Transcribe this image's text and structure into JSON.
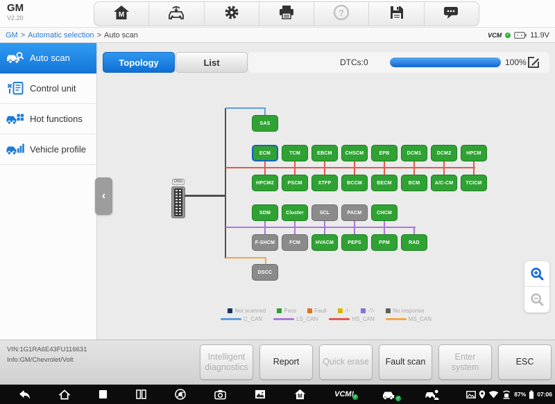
{
  "header": {
    "app_title": "GM",
    "version": "V2.20",
    "toolbar": [
      {
        "name": "home-icon",
        "disabled": false
      },
      {
        "name": "vehicle-icon",
        "disabled": false
      },
      {
        "name": "settings-icon",
        "disabled": false
      },
      {
        "name": "print-icon",
        "disabled": false
      },
      {
        "name": "help-icon",
        "disabled": true
      },
      {
        "name": "save-icon",
        "disabled": false
      },
      {
        "name": "chat-icon",
        "disabled": false
      }
    ]
  },
  "breadcrumb": {
    "links": [
      "GM",
      "Automatic selection"
    ],
    "separator": ">",
    "current": "Auto scan"
  },
  "vci": {
    "label": "VCM",
    "voltage": "11.9V"
  },
  "sidebar": {
    "items": [
      {
        "label": "Auto scan",
        "icon": "auto-scan-icon",
        "active": true
      },
      {
        "label": "Control unit",
        "icon": "control-unit-icon",
        "active": false
      },
      {
        "label": "Hot functions",
        "icon": "hot-functions-icon",
        "active": false
      },
      {
        "label": "Vehicle profile",
        "icon": "vehicle-profile-icon",
        "active": false
      }
    ]
  },
  "tabs": {
    "topology": "Topology",
    "list": "List",
    "dtcs": "DTCs:0",
    "progress_pct": 100,
    "progress_label": "100%"
  },
  "topology": {
    "obd_label": "OBD",
    "nodes": [
      {
        "label": "SAS",
        "status": "pass",
        "row": 0,
        "col": 0
      },
      {
        "label": "ECM",
        "status": "pass",
        "row": 1,
        "col": 0,
        "selected": true
      },
      {
        "label": "TCM",
        "status": "pass",
        "row": 1,
        "col": 1
      },
      {
        "label": "EBCM",
        "status": "pass",
        "row": 1,
        "col": 2
      },
      {
        "label": "CHSCM",
        "status": "pass",
        "row": 1,
        "col": 3
      },
      {
        "label": "EPB",
        "status": "pass",
        "row": 1,
        "col": 4
      },
      {
        "label": "DCM1",
        "status": "pass",
        "row": 1,
        "col": 5
      },
      {
        "label": "DCM2",
        "status": "pass",
        "row": 1,
        "col": 6
      },
      {
        "label": "HPCM",
        "status": "pass",
        "row": 1,
        "col": 7
      },
      {
        "label": "HPCM2",
        "status": "pass",
        "row": 2,
        "col": 0
      },
      {
        "label": "PSCM",
        "status": "pass",
        "row": 2,
        "col": 1
      },
      {
        "label": "XTFP",
        "status": "pass",
        "row": 2,
        "col": 2
      },
      {
        "label": "BCCM",
        "status": "pass",
        "row": 2,
        "col": 3
      },
      {
        "label": "BECM",
        "status": "pass",
        "row": 2,
        "col": 4
      },
      {
        "label": "BCM",
        "status": "pass",
        "row": 2,
        "col": 5
      },
      {
        "label": "A/C-CM",
        "status": "pass",
        "row": 2,
        "col": 6
      },
      {
        "label": "TCICM",
        "status": "pass",
        "row": 2,
        "col": 7
      },
      {
        "label": "SDM",
        "status": "pass",
        "row": 3,
        "col": 0
      },
      {
        "label": "Cluster",
        "status": "pass",
        "row": 3,
        "col": 1
      },
      {
        "label": "SCL",
        "status": "no_response",
        "row": 3,
        "col": 2
      },
      {
        "label": "PACM",
        "status": "no_response",
        "row": 3,
        "col": 3
      },
      {
        "label": "CHCM",
        "status": "pass",
        "row": 3,
        "col": 4
      },
      {
        "label": "F-SHCM",
        "status": "no_response",
        "row": 4,
        "col": 0
      },
      {
        "label": "FCM",
        "status": "no_response",
        "row": 4,
        "col": 1
      },
      {
        "label": "HVACM",
        "status": "pass",
        "row": 4,
        "col": 2
      },
      {
        "label": "PEPS",
        "status": "pass",
        "row": 4,
        "col": 3
      },
      {
        "label": "PPM",
        "status": "pass",
        "row": 4,
        "col": 4
      },
      {
        "label": "RAD",
        "status": "pass",
        "row": 4,
        "col": 5
      },
      {
        "label": "DSCC",
        "status": "no_response",
        "row": 5,
        "col": 0
      }
    ]
  },
  "node_colors": {
    "pass": "#2fa233",
    "no_response": "#8b8b8b",
    "selected_border": "#1261c4"
  },
  "legend": {
    "statuses": [
      {
        "label": "Not scanned",
        "color": "#16355e"
      },
      {
        "label": "Pass",
        "color": "#2f9e33"
      },
      {
        "label": "Fault",
        "color": "#e2711d"
      },
      {
        "label": "-!-",
        "color": "#d7b500"
      },
      {
        "label": "-?-",
        "color": "#7d75d9"
      },
      {
        "label": "No response",
        "color": "#5f5f5f"
      }
    ],
    "buses": [
      {
        "label": "C_CAN",
        "color": "#5b9fe0"
      },
      {
        "label": "LS_CAN",
        "color": "#ad76d8"
      },
      {
        "label": "HS_CAN",
        "color": "#e8574a"
      },
      {
        "label": "MS_CAN",
        "color": "#f2a644"
      }
    ]
  },
  "footer": {
    "vin": "VIN:1G1RA6E43FU116631",
    "info": "Info:GM/Chevrolet/Volt",
    "buttons": [
      {
        "label": "Intelligent diagnostics",
        "enabled": false
      },
      {
        "label": "Report",
        "enabled": true
      },
      {
        "label": "Quick erase",
        "enabled": false
      },
      {
        "label": "Fault scan",
        "enabled": true
      },
      {
        "label": "Enter system",
        "enabled": false
      },
      {
        "label": "ESC",
        "enabled": true
      }
    ]
  },
  "taskbar": {
    "left_icons": [
      "back-icon",
      "android-home-icon",
      "recents-icon",
      "split-screen-icon",
      "browser-icon",
      "camera-icon",
      "screenshot-icon",
      "maxisys-home-icon",
      "vcm-status-icon",
      "vehicle-connected-icon",
      "diagnostics-shortcut-icon"
    ],
    "vcm_label": "VCM!",
    "battery_pct": "87%",
    "time": "07:06",
    "status_icons": [
      "gallery-icon",
      "location-icon",
      "wifi-icon",
      "vci-signal-icon"
    ]
  }
}
